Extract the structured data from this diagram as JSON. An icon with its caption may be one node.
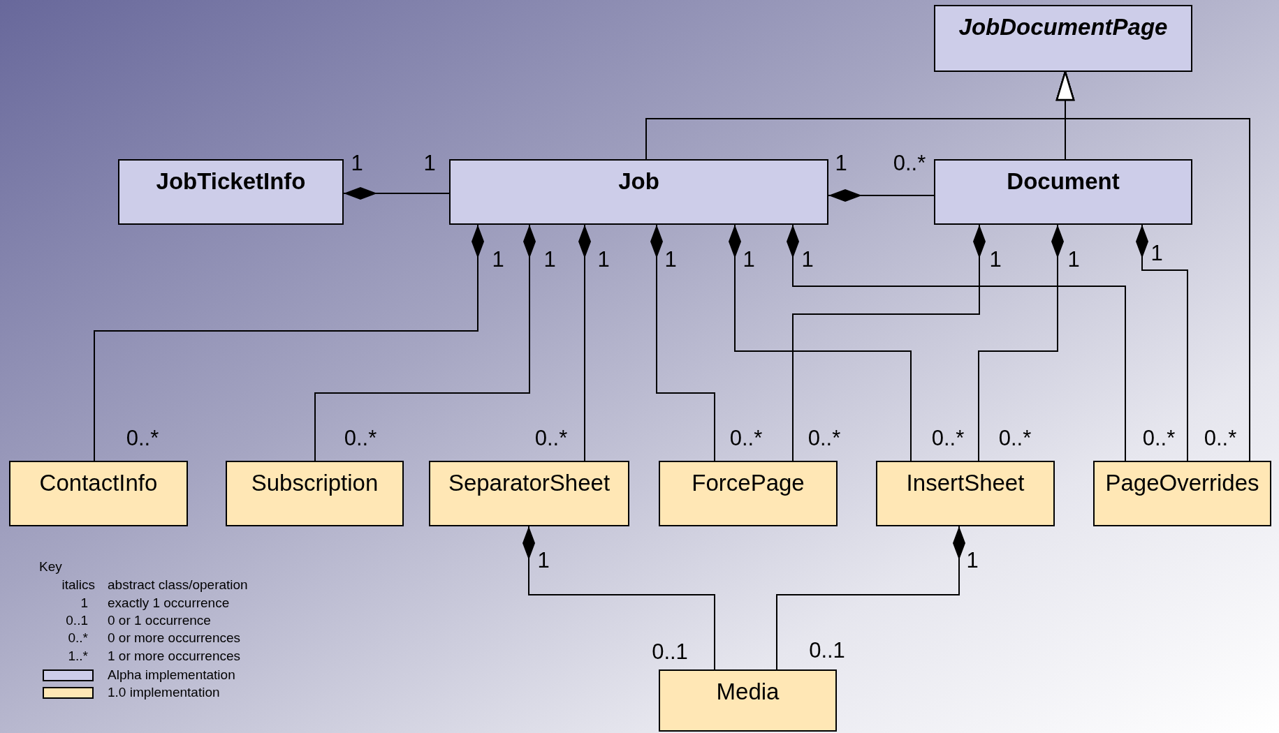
{
  "diagram": {
    "nodes": [
      {
        "text": [
          "JobDocumentPage"
        ]
      },
      {
        "text": [
          "JobTicketInfo"
        ]
      },
      {
        "text": [
          "Job"
        ]
      },
      {
        "text": [
          "Document"
        ]
      },
      {
        "text": [
          "ContactInfo"
        ]
      },
      {
        "text": [
          "Subscription"
        ]
      },
      {
        "text": [
          "SeparatorSheet"
        ]
      },
      {
        "text": [
          "ForcePage"
        ]
      },
      {
        "text": [
          "InsertSheet"
        ]
      },
      {
        "text": [
          "PageOverrides"
        ]
      },
      {
        "text": [
          "Media"
        ]
      }
    ],
    "edges": [
      {
        "from": 1,
        "to": 2,
        "arrow": "other"
      },
      {
        "from": 2,
        "to": 3,
        "arrow": "other"
      },
      {
        "from": 3,
        "to": 0,
        "arrow": "to"
      },
      {
        "from": 2,
        "to": 0,
        "arrow": "to"
      },
      {
        "from": 9,
        "to": 0,
        "arrow": "to"
      },
      {
        "from": 2,
        "to": 4,
        "arrow": "other"
      },
      {
        "from": 2,
        "to": 5,
        "arrow": "other"
      },
      {
        "from": 2,
        "to": 6,
        "arrow": "other"
      },
      {
        "from": 2,
        "to": 7,
        "arrow": "other"
      },
      {
        "from": 2,
        "to": 8,
        "arrow": "other"
      },
      {
        "from": 2,
        "to": 9,
        "arrow": "other"
      },
      {
        "from": 3,
        "to": 7,
        "arrow": "other"
      },
      {
        "from": 3,
        "to": 8,
        "arrow": "other"
      },
      {
        "from": 3,
        "to": 9,
        "arrow": "other"
      },
      {
        "from": 6,
        "to": 10,
        "arrow": "other"
      },
      {
        "from": 8,
        "to": 10,
        "arrow": "other"
      }
    ],
    "labels": [
      "1",
      "1",
      "1",
      "0..*",
      "1",
      "1",
      "1",
      "1",
      "1",
      "1",
      "1",
      "1",
      "1",
      "0..*",
      "0..*",
      "0..*",
      "0..*",
      "0..*",
      "0..*",
      "0..*",
      "0..*",
      "0..*",
      "1",
      "1",
      "0..1",
      "0..1",
      "Key",
      "italics",
      "abstract class/operation",
      "1",
      "exactly 1 occurrence",
      "0..1",
      "0 or 1 occurrence",
      "0..*",
      "0 or more occurrences",
      "1..*",
      "1 or more occurrences"
    ],
    "legend": [
      {
        "text": "Alpha implementation",
        "color": "#cdcde9"
      },
      {
        "text": "1.0 implementation",
        "color": "#ffe7b5"
      }
    ]
  }
}
